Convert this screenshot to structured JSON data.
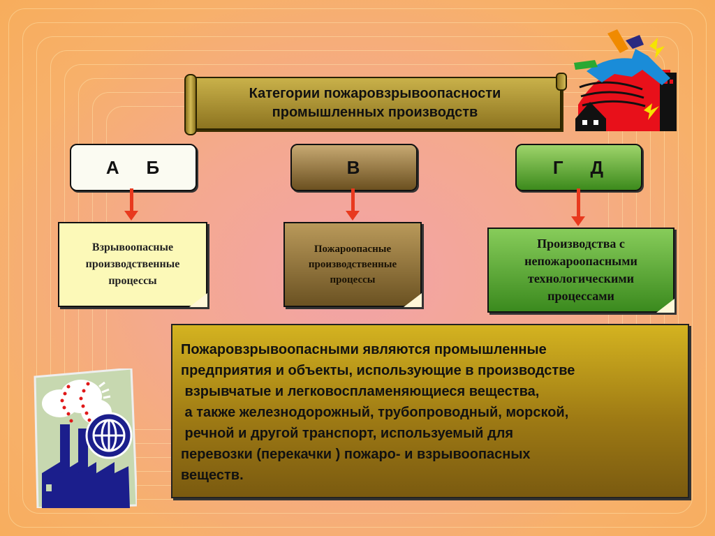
{
  "slide": {
    "title_lines": [
      "Категории пожаровзрывоопасности",
      "промышленных производств"
    ],
    "categories": [
      {
        "label": "А    Б"
      },
      {
        "label": "В"
      },
      {
        "label": "Г    Д"
      }
    ],
    "notes": [
      {
        "lines": [
          "Взрывоопасные",
          "производственные",
          "процессы"
        ]
      },
      {
        "lines": [
          "Пожароопасные",
          "производственные",
          "процессы"
        ]
      },
      {
        "lines": [
          "Производства с",
          "непожароопасными",
          "технологическими",
          "процессами"
        ]
      }
    ],
    "info_lines": [
      "Пожаровзрывоопасными  являются промышленные",
      "предприятия и объекты,  использующие в производстве",
      " взрывчатые и легковоспламеняющиеся вещества,",
      " а также железнодорожный, трубопроводный, морской,",
      " речной и другой транспорт, используемый для",
      "перевозки (перекачки ) пожаро- и взрывоопасных",
      "веществ."
    ],
    "colors": {
      "background": "#f7b06a",
      "arrow": "#e8391e",
      "category_ab": "#fbfbf2",
      "category_v": "#8a6a30",
      "category_gd": "#5aa83a",
      "info_box": "#b89a1a"
    },
    "icons": [
      "explosion-clipart-icon",
      "factory-globe-clipart-icon"
    ]
  }
}
